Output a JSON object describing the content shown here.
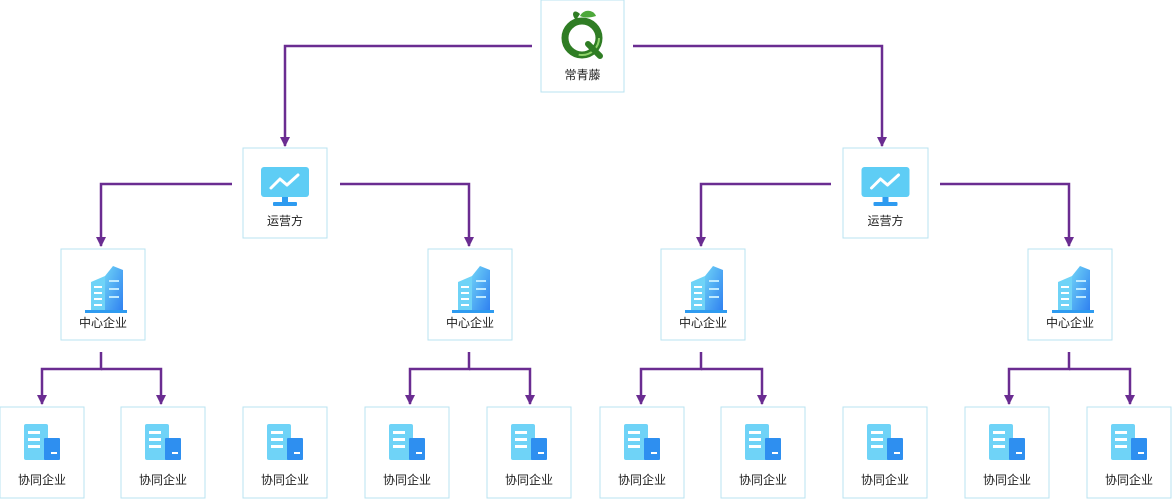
{
  "colors": {
    "connector": "#6a2c91",
    "node_border": "#b9e3f0",
    "icon_blue": "#2e9bf0",
    "icon_light": "#6fd3f7",
    "logo_green": "#3a8f2a"
  },
  "root": {
    "label": "常青藤",
    "icon": "ivy-logo-icon"
  },
  "operators": [
    {
      "label": "运营方",
      "icon": "monitor-chart-icon",
      "centers": [
        {
          "label": "中心企业",
          "icon": "building-icon",
          "partners": [
            {
              "label": "协同企业",
              "icon": "office-building-icon"
            },
            {
              "label": "协同企业",
              "icon": "office-building-icon"
            }
          ]
        },
        {
          "label": "中心企业",
          "icon": "building-icon",
          "partners": [
            {
              "label": "协同企业",
              "icon": "office-building-icon"
            },
            {
              "label": "协同企业",
              "icon": "office-building-icon"
            }
          ]
        }
      ]
    },
    {
      "label": "运营方",
      "icon": "monitor-chart-icon",
      "centers": [
        {
          "label": "中心企业",
          "icon": "building-icon",
          "partners": [
            {
              "label": "协同企业",
              "icon": "office-building-icon"
            },
            {
              "label": "协同企业",
              "icon": "office-building-icon"
            }
          ]
        },
        {
          "label": "中心企业",
          "icon": "building-icon",
          "partners": [
            {
              "label": "协同企业",
              "icon": "office-building-icon"
            },
            {
              "label": "协同企业",
              "icon": "office-building-icon"
            }
          ]
        }
      ]
    }
  ],
  "standalone_partners": [
    {
      "label": "协同企业",
      "icon": "office-building-icon"
    },
    {
      "label": "协同企业",
      "icon": "office-building-icon"
    }
  ]
}
